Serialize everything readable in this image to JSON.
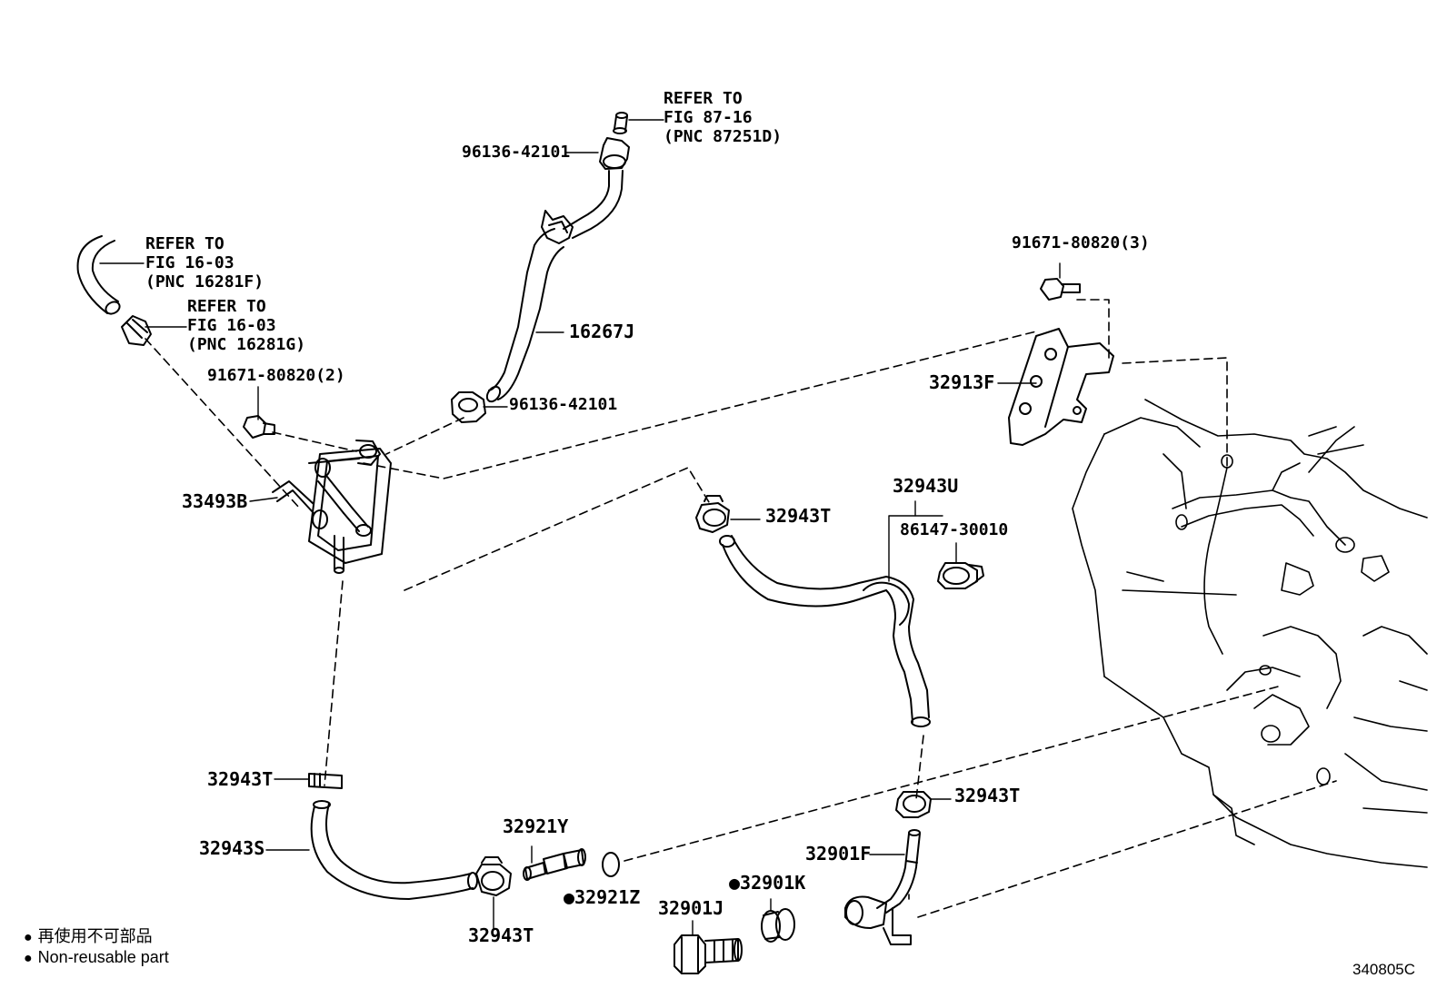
{
  "refs": [
    {
      "id": "ref_87_16",
      "lines": [
        "REFER TO",
        "FIG 87-16",
        "(PNC 87251D)"
      ]
    },
    {
      "id": "ref_16_03_f",
      "lines": [
        "REFER TO",
        "FIG 16-03",
        "(PNC 16281F)"
      ]
    },
    {
      "id": "ref_16_03_g",
      "lines": [
        "REFER TO",
        "FIG 16-03",
        "(PNC 16281G)"
      ]
    }
  ],
  "parts": {
    "clip_top": "96136-42101",
    "clip_mid": "96136-42101",
    "hose_16267j": "16267J",
    "bolt_left": "91671-80820(2)",
    "bolt_right": "91671-80820(3)",
    "cooler": "33493B",
    "bracket": "32913F",
    "clamp_u_group": "32943U",
    "clamp_86147": "86147-30010",
    "clamp_t_upper": "32943T",
    "clamp_t_left": "32943T",
    "hose_s": "32943S",
    "clamp_t_bottom": "32943T",
    "union_y": "32921Y",
    "gasket_z": "32921Z",
    "bolt_j": "32901J",
    "gasket_k": "32901K",
    "clamp_t_right": "32943T",
    "pipe_f": "32901F"
  },
  "legend": {
    "japanese": "再使用不可部品",
    "english": "Non-reusable part",
    "bullet": "●"
  },
  "figure_code": "340805C"
}
